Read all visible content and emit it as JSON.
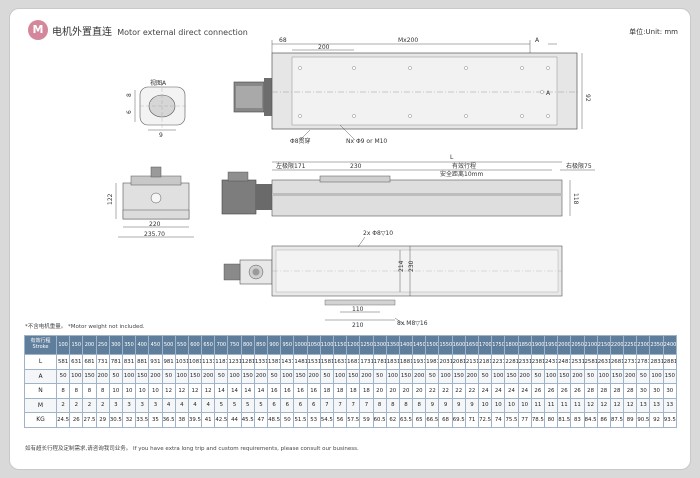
{
  "header": {
    "badge": "M",
    "title_cn": "电机外置直连",
    "title_en": "Motor external direct connection",
    "unit": "单位:Unit: mm"
  },
  "drawing": {
    "top_view": {
      "dim_68": "68",
      "dim_200": "200",
      "dim_mx200": "Mx200",
      "dim_a": "A",
      "dim_a2": "A",
      "dim_92": "92",
      "hole_small": "Φ8贯穿",
      "hole_nx": "Nx Φ9 or M10"
    },
    "end_view_small": {
      "view_label": "视图A",
      "dim_8": "8",
      "dim_6": "6",
      "dim_9": "9"
    },
    "side_view": {
      "left_limit": "左极限171",
      "dim_230": "230",
      "dim_l": "L",
      "effective_stroke": "有效行程",
      "safety": "安全距离10mm",
      "right_limit": "右极限75",
      "dim_118": "118"
    },
    "front_view": {
      "dim_122": "122",
      "dim_220": "220",
      "dim_235": "235.70"
    },
    "bottom_view": {
      "hole_top": "2x Φ8▽10",
      "dim_214": "214",
      "dim_230": "230",
      "dim_110": "110",
      "dim_210": "210",
      "hole_bottom": "8x M8▽16"
    }
  },
  "note_top": "*不含电机重量。 *Motor weight not included.",
  "footnote": "如有超长行程及定制需求,请咨询我司业务。 If you have extra long trip and custom requirements, please consult our business.",
  "table": {
    "head_label_cn": "有效行程",
    "head_label_en": "Stroke",
    "strokes": [
      "100",
      "150",
      "200",
      "250",
      "300",
      "350",
      "400",
      "450",
      "500",
      "550",
      "600",
      "650",
      "700",
      "750",
      "800",
      "850",
      "900",
      "950",
      "1000",
      "1050",
      "1100",
      "1150",
      "1200",
      "1250",
      "1300",
      "1350",
      "1400",
      "1450",
      "1500",
      "1550",
      "1600",
      "1650",
      "1700",
      "1750",
      "1800",
      "1850",
      "1900",
      "1950",
      "2000",
      "2050",
      "2100",
      "2150",
      "2200",
      "2250",
      "2300",
      "2350",
      "2400"
    ],
    "rows": [
      {
        "label": "L",
        "values": [
          "581",
          "631",
          "681",
          "731",
          "781",
          "831",
          "881",
          "931",
          "981",
          "1031",
          "1081",
          "1131",
          "1181",
          "1231",
          "1281",
          "1331",
          "1381",
          "1431",
          "1481",
          "1531",
          "1581",
          "1631",
          "1681",
          "1731",
          "1781",
          "1831",
          "1881",
          "1931",
          "1981",
          "2031",
          "2081",
          "2131",
          "2181",
          "2231",
          "2281",
          "2331",
          "2381",
          "2431",
          "2481",
          "2531",
          "2581",
          "2631",
          "2681",
          "2731",
          "2781",
          "2831",
          "2881"
        ]
      },
      {
        "label": "A",
        "values": [
          "50",
          "100",
          "150",
          "200",
          "50",
          "100",
          "150",
          "200",
          "50",
          "100",
          "150",
          "200",
          "50",
          "100",
          "150",
          "200",
          "50",
          "100",
          "150",
          "200",
          "50",
          "100",
          "150",
          "200",
          "50",
          "100",
          "150",
          "200",
          "50",
          "100",
          "150",
          "200",
          "50",
          "100",
          "150",
          "200",
          "50",
          "100",
          "150",
          "200",
          "50",
          "100",
          "150",
          "200",
          "50",
          "100",
          "150"
        ]
      },
      {
        "label": "N",
        "values": [
          "8",
          "8",
          "8",
          "8",
          "10",
          "10",
          "10",
          "10",
          "12",
          "12",
          "12",
          "12",
          "14",
          "14",
          "14",
          "14",
          "16",
          "16",
          "16",
          "16",
          "18",
          "18",
          "18",
          "18",
          "20",
          "20",
          "20",
          "20",
          "22",
          "22",
          "22",
          "22",
          "24",
          "24",
          "24",
          "24",
          "26",
          "26",
          "26",
          "26",
          "28",
          "28",
          "28",
          "28",
          "30",
          "30",
          "30"
        ]
      },
      {
        "label": "M",
        "values": [
          "2",
          "2",
          "2",
          "2",
          "3",
          "3",
          "3",
          "3",
          "4",
          "4",
          "4",
          "4",
          "5",
          "5",
          "5",
          "5",
          "6",
          "6",
          "6",
          "6",
          "7",
          "7",
          "7",
          "7",
          "8",
          "8",
          "8",
          "8",
          "9",
          "9",
          "9",
          "9",
          "10",
          "10",
          "10",
          "10",
          "11",
          "11",
          "11",
          "11",
          "12",
          "12",
          "12",
          "12",
          "13",
          "13",
          "13"
        ]
      },
      {
        "label": "KG",
        "values": [
          "24.5",
          "26",
          "27.5",
          "29",
          "30.5",
          "32",
          "33.5",
          "35",
          "36.5",
          "38",
          "39.5",
          "41",
          "42.5",
          "44",
          "45.5",
          "47",
          "48.5",
          "50",
          "51.5",
          "53",
          "54.5",
          "56",
          "57.5",
          "59",
          "60.5",
          "62",
          "63.5",
          "65",
          "66.5",
          "68",
          "69.5",
          "71",
          "72.5",
          "74",
          "75.5",
          "77",
          "78.5",
          "80",
          "81.5",
          "83",
          "84.5",
          "86",
          "87.5",
          "89",
          "90.5",
          "92",
          "93.5"
        ]
      }
    ]
  }
}
